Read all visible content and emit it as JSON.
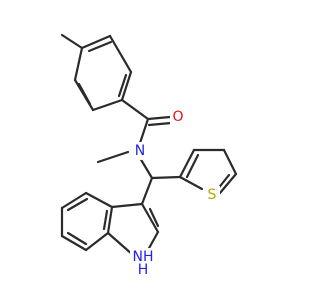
{
  "colors": {
    "bond": "#2b2b2b",
    "carbon": "#2b2b2b",
    "nitrogen": "#2323e6",
    "oxygen": "#e01414",
    "sulfur": "#b8a700",
    "background": "#ffffff"
  },
  "atom_labels": {
    "O": "O",
    "N": "N",
    "S": "S",
    "NH": "NH",
    "H": "H"
  }
}
